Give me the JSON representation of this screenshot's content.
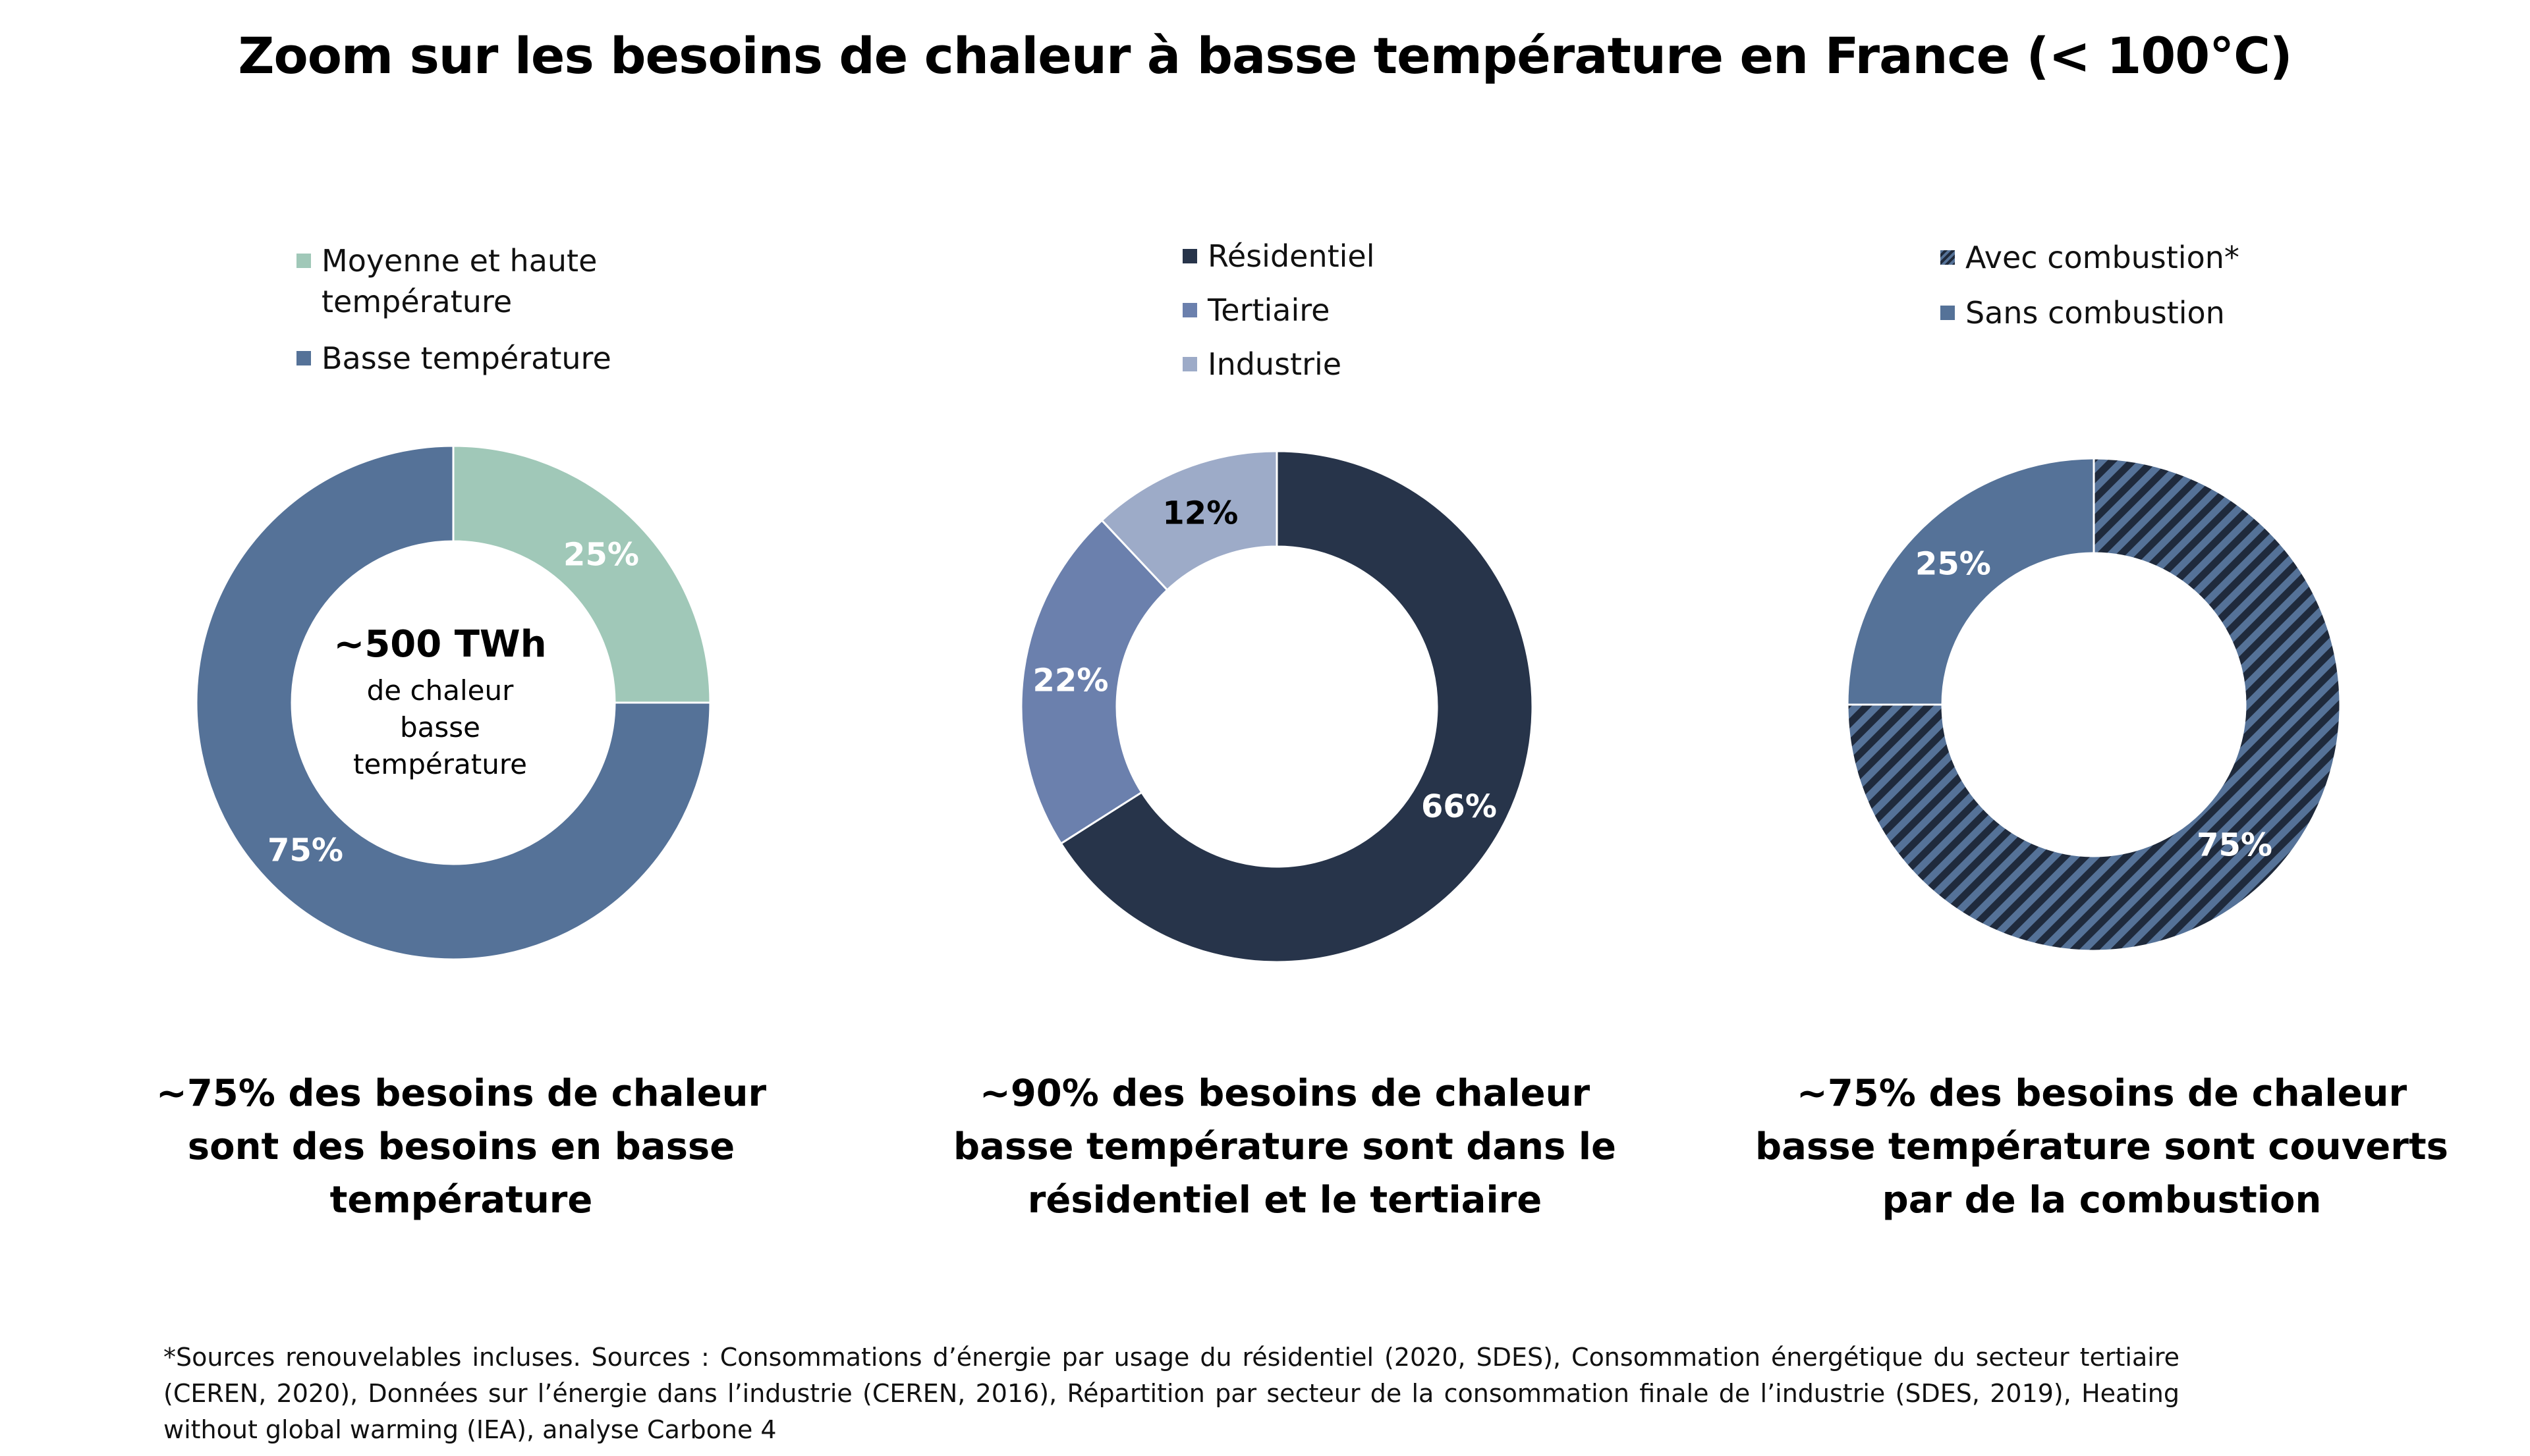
{
  "page": {
    "title": "Zoom sur les besoins de chaleur à basse température en France (< 100°C)"
  },
  "chart_data": [
    {
      "type": "pie",
      "donut": true,
      "slices": [
        {
          "label": "Moyenne et haute température",
          "value": 25,
          "text": "25%",
          "color": "#a0c8b8",
          "text_color": "#ffffff"
        },
        {
          "label": "Basse température",
          "value": 75,
          "text": "75%",
          "color": "#557298",
          "text_color": "#ffffff"
        }
      ],
      "legend": [
        {
          "label": "Moyenne et haute\ntempérature",
          "color": "#a0c8b8"
        },
        {
          "label": "Basse température",
          "color": "#557298"
        }
      ],
      "center": {
        "big": "~500 TWh",
        "lines": [
          "de chaleur",
          "basse",
          "température"
        ]
      },
      "conclusion": [
        "~75% des besoins de chaleur",
        "sont des besoins en basse",
        "température"
      ]
    },
    {
      "type": "pie",
      "donut": true,
      "slices": [
        {
          "label": "Résidentiel",
          "value": 66,
          "text": "66%",
          "color": "#27344a",
          "text_color": "#ffffff"
        },
        {
          "label": "Tertiaire",
          "value": 22,
          "text": "22%",
          "color": "#6b80ad",
          "text_color": "#ffffff"
        },
        {
          "label": "Industrie",
          "value": 12,
          "text": "12%",
          "color": "#9dabc8",
          "text_color": "#000000"
        }
      ],
      "legend": [
        {
          "label": "Résidentiel",
          "color": "#27344a"
        },
        {
          "label": "Tertiaire",
          "color": "#6b80ad"
        },
        {
          "label": "Industrie",
          "color": "#9dabc8"
        }
      ],
      "conclusion": [
        "~90% des besoins de chaleur",
        "basse température sont dans le",
        "résidentiel et le tertiaire"
      ]
    },
    {
      "type": "pie",
      "donut": true,
      "slices": [
        {
          "label": "Avec combustion*",
          "value": 75,
          "text": "75%",
          "color": "#557298",
          "pattern": "hatch",
          "text_color": "#ffffff"
        },
        {
          "label": "Sans combustion",
          "value": 25,
          "text": "25%",
          "color": "#557298",
          "text_color": "#ffffff"
        }
      ],
      "legend": [
        {
          "label": "Avec combustion*",
          "color": "#557298",
          "pattern": "hatch"
        },
        {
          "label": "Sans combustion",
          "color": "#557298"
        }
      ],
      "conclusion": [
        "~75% des besoins de chaleur",
        "basse température sont couverts",
        "par de la combustion"
      ]
    }
  ],
  "footnote": "*Sources renouvelables incluses. Sources : Consommations d’énergie par usage du résidentiel (2020, SDES), Consommation énergétique du secteur tertiaire (CEREN, 2020), Données sur l’énergie dans l’industrie (CEREN, 2016), Répartition par secteur de la consommation finale de l’industrie (SDES, 2019), Heating without global warming (IEA), analyse Carbone 4"
}
